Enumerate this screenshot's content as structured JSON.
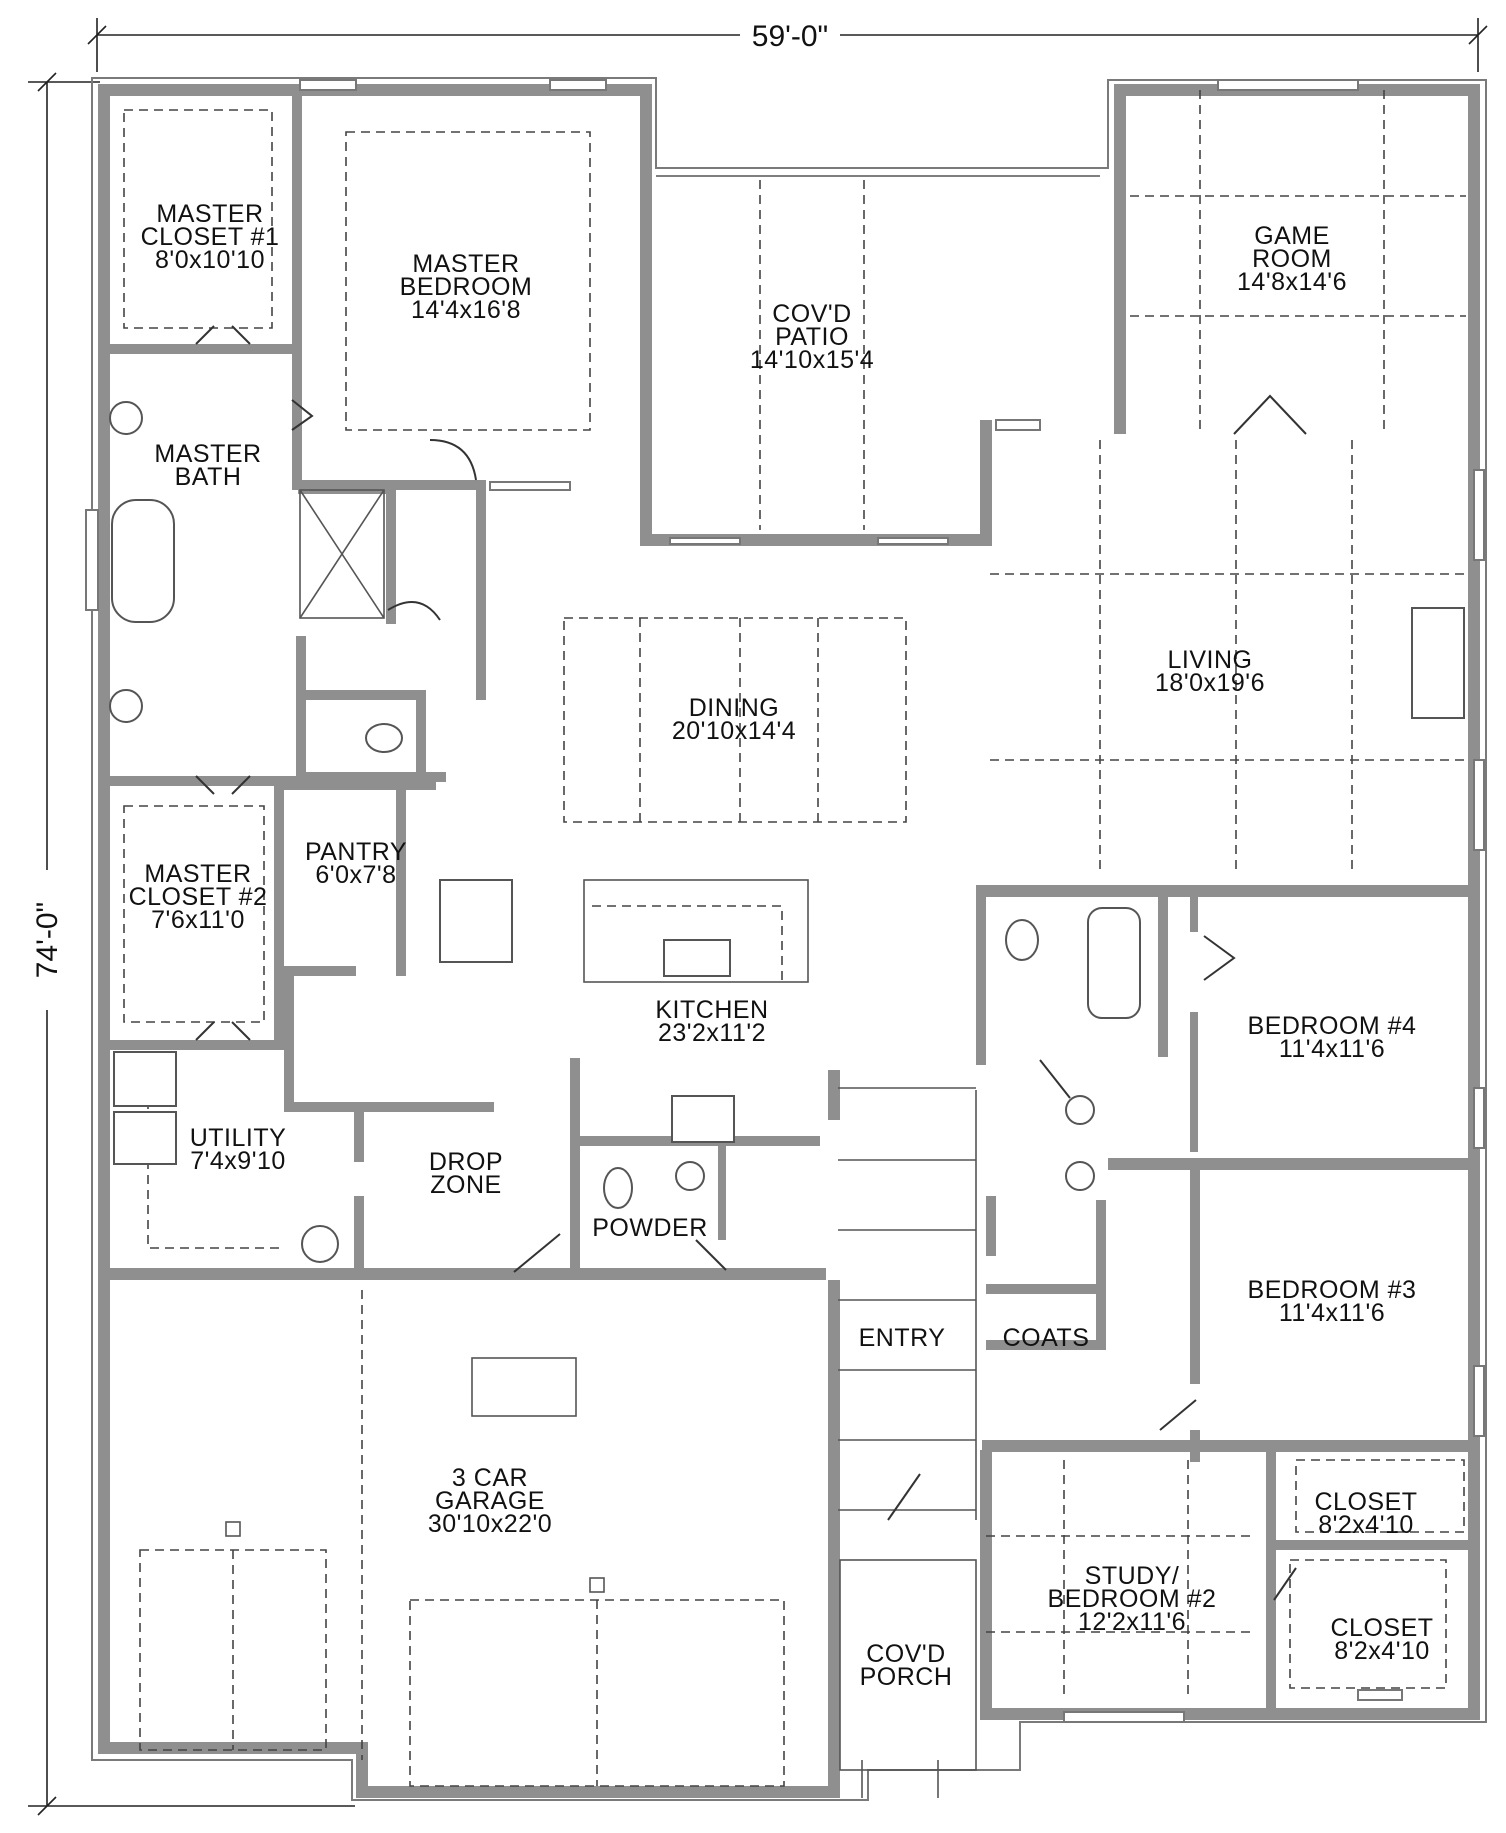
{
  "dimensions": {
    "width": "59'-0\"",
    "depth": "74'-0\""
  },
  "rooms": [
    {
      "id": "master-closet-1",
      "name": [
        "MASTER",
        "CLOSET #1"
      ],
      "size": "8'0x10'10"
    },
    {
      "id": "master-bedroom",
      "name": [
        "MASTER",
        "BEDROOM"
      ],
      "size": "14'4x16'8"
    },
    {
      "id": "covd-patio",
      "name": [
        "COV'D",
        "PATIO"
      ],
      "size": "14'10x15'4"
    },
    {
      "id": "game-room",
      "name": [
        "GAME",
        "ROOM"
      ],
      "size": "14'8x14'6"
    },
    {
      "id": "master-bath",
      "name": [
        "MASTER",
        "BATH"
      ],
      "size": ""
    },
    {
      "id": "dining",
      "name": [
        "DINING"
      ],
      "size": "20'10x14'4"
    },
    {
      "id": "living",
      "name": [
        "LIVING"
      ],
      "size": "18'0x19'6"
    },
    {
      "id": "master-closet-2",
      "name": [
        "MASTER",
        "CLOSET #2"
      ],
      "size": "7'6x11'0"
    },
    {
      "id": "pantry",
      "name": [
        "PANTRY"
      ],
      "size": "6'0x7'8"
    },
    {
      "id": "kitchen",
      "name": [
        "KITCHEN"
      ],
      "size": "23'2x11'2"
    },
    {
      "id": "bedroom-4",
      "name": [
        "BEDROOM #4"
      ],
      "size": "11'4x11'6"
    },
    {
      "id": "utility",
      "name": [
        "UTILITY"
      ],
      "size": "7'4x9'10"
    },
    {
      "id": "drop-zone",
      "name": [
        "DROP",
        "ZONE"
      ],
      "size": ""
    },
    {
      "id": "powder",
      "name": [
        "POWDER"
      ],
      "size": ""
    },
    {
      "id": "bedroom-3",
      "name": [
        "BEDROOM #3"
      ],
      "size": "11'4x11'6"
    },
    {
      "id": "entry",
      "name": [
        "ENTRY"
      ],
      "size": ""
    },
    {
      "id": "coats",
      "name": [
        "COATS"
      ],
      "size": ""
    },
    {
      "id": "garage",
      "name": [
        "3 CAR",
        "GARAGE"
      ],
      "size": "30'10x22'0"
    },
    {
      "id": "closet-a",
      "name": [
        "CLOSET"
      ],
      "size": "8'2x4'10"
    },
    {
      "id": "study",
      "name": [
        "STUDY/",
        "BEDROOM #2"
      ],
      "size": "12'2x11'6"
    },
    {
      "id": "closet-b",
      "name": [
        "CLOSET"
      ],
      "size": "8'2x4'10"
    },
    {
      "id": "covd-porch",
      "name": [
        "COV'D",
        "PORCH"
      ],
      "size": ""
    }
  ]
}
